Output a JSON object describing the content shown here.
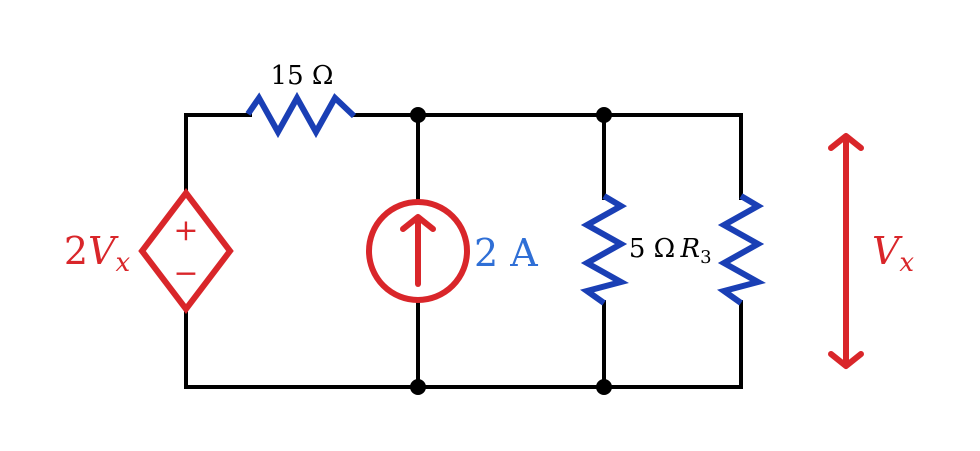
{
  "colors": {
    "wire": "#000000",
    "resistor": "#1a3fb5",
    "source": "#d9262a",
    "current_label": "#2f6fd6",
    "node": "#000000"
  },
  "labels": {
    "r1": "15 Ω",
    "r2": "5 Ω",
    "r3_main": "R",
    "r3_sub": "3",
    "current_source": "2 A",
    "dep_source_coef": "2",
    "dep_source_var": "V",
    "dep_source_sub": "x",
    "plus": "+",
    "minus": "−",
    "vx_var": "V",
    "vx_sub": "x"
  }
}
